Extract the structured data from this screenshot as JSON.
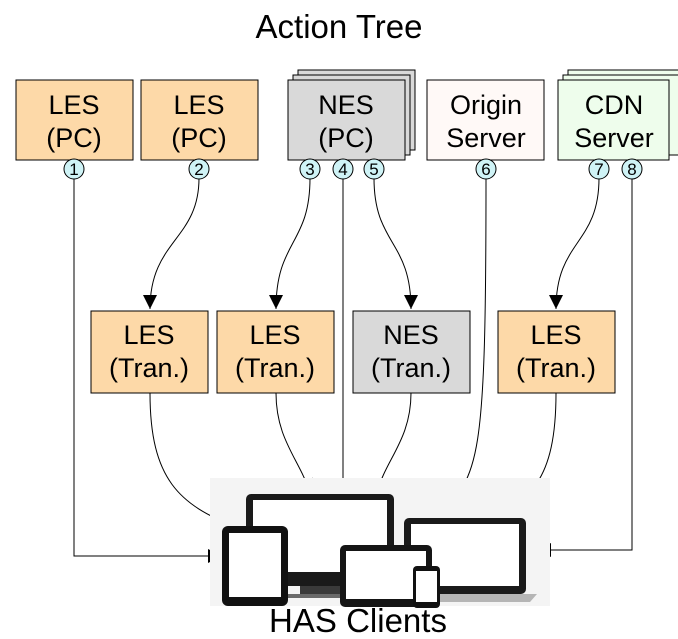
{
  "title": "Action Tree",
  "footer": "HAS Clients",
  "colors": {
    "les": "#fdd9a8",
    "nes": "#d9d9d9",
    "origin": "#fff9f7",
    "cdn": "#eefdec",
    "badge": "#cff3f6",
    "stroke": "#000000"
  },
  "sources": [
    {
      "id": "les-pc-1",
      "lines": [
        "LES",
        "(PC)"
      ]
    },
    {
      "id": "les-pc-2",
      "lines": [
        "LES",
        "(PC)"
      ]
    },
    {
      "id": "nes-pc",
      "lines": [
        "NES",
        "(PC)"
      ]
    },
    {
      "id": "origin-server",
      "lines": [
        "Origin",
        "Server"
      ]
    },
    {
      "id": "cdn-server",
      "lines": [
        "CDN",
        "Server"
      ]
    }
  ],
  "transcoders": [
    {
      "id": "les-tran-1",
      "lines": [
        "LES",
        "(Tran.)"
      ]
    },
    {
      "id": "les-tran-2",
      "lines": [
        "LES",
        "(Tran.)"
      ]
    },
    {
      "id": "nes-tran",
      "lines": [
        "NES",
        "(Tran.)"
      ]
    },
    {
      "id": "les-tran-3",
      "lines": [
        "LES",
        "(Tran.)"
      ]
    }
  ],
  "badges": [
    "1",
    "2",
    "3",
    "4",
    "5",
    "6",
    "7",
    "8"
  ]
}
